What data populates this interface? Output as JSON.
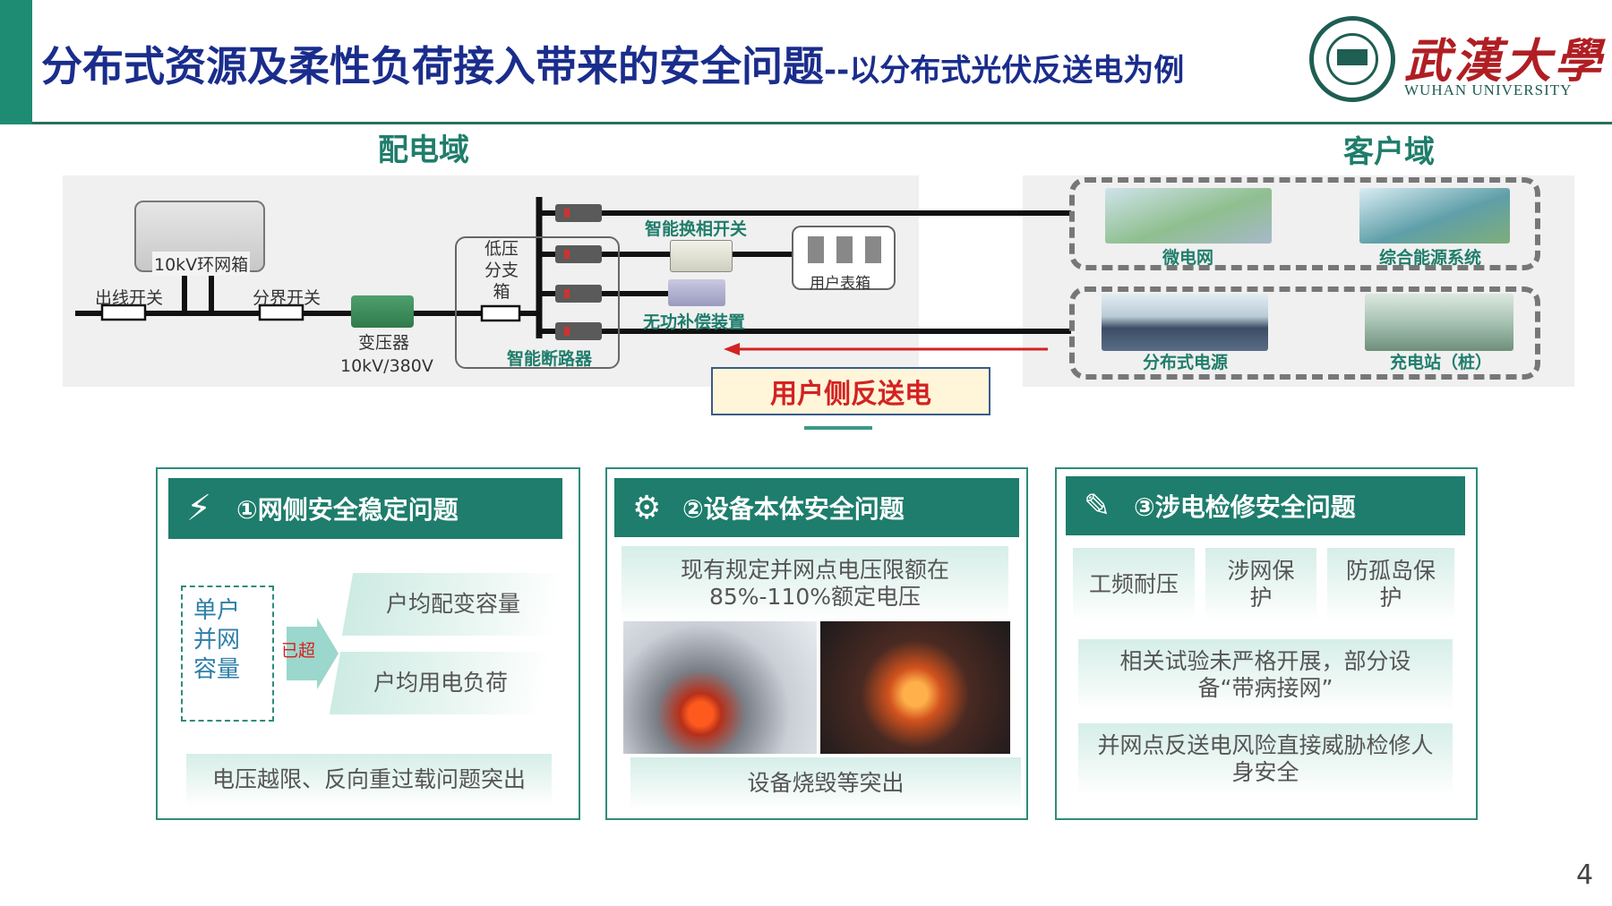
{
  "header": {
    "title_main": "分布式资源及柔性负荷接入带来的安全问题",
    "title_sub": "--以分布式光伏反送电为例",
    "logo_cn": "武漢大學",
    "logo_en": "WUHAN UNIVERSITY"
  },
  "domains": {
    "distribution": "配电域",
    "customer": "客户域"
  },
  "diagram": {
    "ring_box": "10kV环网箱",
    "outlet_switch": "出线开关",
    "section_switch": "分界开关",
    "transformer": "变压器",
    "transformer_voltage": "10kV/380V",
    "lv_branch": "低压分支箱",
    "smart_breaker": "智能断路器",
    "phase_switch": "智能换相开关",
    "var_comp": "无功补偿装置",
    "meter_box": "用户表箱",
    "microgrid": "微电网",
    "integrated_energy": "综合能源系统",
    "distributed_pv": "分布式电源",
    "charging": "充电站（桩）",
    "reverse_feed": "用户侧反送电"
  },
  "cards": [
    {
      "title": "①网侧安全稳定问题",
      "left_label": "单户并网容量",
      "exceed": "已超",
      "items": [
        "户均配变容量",
        "户均用电负荷"
      ],
      "bottom": "电压越限、反向重过载问题突出"
    },
    {
      "title": "②设备本体安全问题",
      "top": "现有规定并网点电压限额在85%-110%额定电压",
      "bottom": "设备烧毁等突出"
    },
    {
      "title": "③涉电检修安全问题",
      "tags": [
        "工频耐压",
        "涉网保护",
        "防孤岛保护"
      ],
      "note1": "相关试验未严格开展，部分设备“带病接网”",
      "note2": "并网点反送电风险直接威胁检修人身安全"
    }
  ],
  "page_number": "4",
  "colors": {
    "accent": "#1e7d6c",
    "title": "#1a2d8c",
    "logo_red": "#b01e23",
    "arrow_red": "#d32222"
  }
}
